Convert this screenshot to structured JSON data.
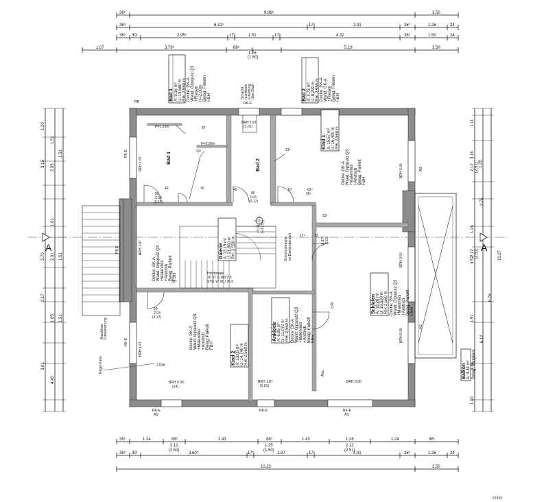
{
  "dimensions": {
    "top_row1": [
      "36⁵",
      "9.86⁵",
      "1.50"
    ],
    "top_row2": [
      "36⁵",
      "6.31⁵",
      "17⁵",
      "3.01",
      "36⁵",
      "1.26",
      "24"
    ],
    "top_row3": [
      "36⁵",
      "30¹",
      "2.95⁵",
      "17⁵",
      "1.51",
      "17⁵",
      "4.32",
      "36⁵",
      "1.50",
      "24"
    ],
    "top_row4": [
      "1.07",
      "3.79⁵",
      "88⁵",
      "1.25",
      "(1,50)",
      "5.19",
      "1.50"
    ],
    "bottom_row1": [
      "36⁵",
      "1.24",
      "88⁵",
      "2.43",
      "88⁵",
      "1.43",
      "1.26",
      "1.24",
      "36⁵"
    ],
    "bottom_row1b": [
      "2.12",
      "(2,51)",
      "1.25",
      "(1,50)",
      "2.12",
      "(2,51)"
    ],
    "bottom_row2": [
      "36⁵",
      "30¹",
      "3.60⁵",
      "17⁵",
      "1.97",
      "17⁵",
      "3.01",
      "36⁵",
      "1.26",
      "24"
    ],
    "bottom_row3": [
      "10.23",
      "1.50"
    ],
    "left_col": [
      "1.20",
      "3.15",
      "1.51",
      "2.05",
      "1.51",
      "2.70",
      "1.01",
      "2.01",
      "1.51",
      "3.17",
      "1.05",
      "1.51",
      "3.01",
      "4.40"
    ],
    "right_col": [
      "1.11",
      "3.16",
      "1.26",
      "2.12",
      "(2,51)",
      "3.52",
      "1.26",
      "2.12",
      "(2,51)",
      "3.16",
      "1.51",
      "1.00",
      "10.27",
      "5.76",
      "3.75",
      "6.12"
    ],
    "room_dims": [
      "90",
      "2.03",
      "(2,17)",
      "90",
      "2.03",
      "(2,17)",
      "90",
      "2.03",
      "(2,17)",
      "45",
      "62⁵",
      "87",
      "87",
      "30",
      "49"
    ]
  },
  "rooms": {
    "bad1": {
      "name": "Bad 1",
      "A": "A:   9.16 m²",
      "U": "U:  13,580 m",
      "RH": "RH: 2,550 m",
      "wall": "Wand: Gipsputz Q3",
      "wall2": "+Fliesen",
      "wall3": "H=2,00m",
      "floor": "Belag: Fliesen",
      "decke": "Decke: GK-A",
      "fbh": "FBH"
    },
    "bad2": {
      "name": "Bad 2",
      "A": "A:    4.73 m²",
      "U": "U:   9,290 m",
      "RH": "RH: 2,550 m",
      "wall": "Wand: GK-A",
      "wall2": "+Fliesen",
      "floor": "Belag: Fliesen",
      "decke": "Decke: GK-A",
      "fbh": "FBH"
    },
    "kind1": {
      "name": "Kind 1",
      "A": "A:   15.57 m²",
      "U": "U:  16,400 m",
      "RH": "RH: 2,550 m",
      "decke": "Decke: GK-A",
      "wall": "Wand: Gipsputz Q3",
      "wall2": "+Malervlies",
      "wall3": "+Anstrich",
      "floor": "Belag: Parkett",
      "fbh": "FBH"
    },
    "galerie": {
      "name": "Galerie",
      "A": "A:    13.15 m²",
      "U": "U:  21,660 m",
      "RH": "RH: 2,550 m",
      "decke": "Decke: GK-A",
      "wall": "Wand: Gipsputz Q3",
      "wall2": "+Malervlies",
      "wall3": "+Anstrich",
      "floor": "Belag: Parkett",
      "fbh": "FBH"
    },
    "schlafen": {
      "name": "Schlafen",
      "A": "A:   18.26 m²",
      "U": "U:  18,590 m",
      "RH": "RH: 2,550 m",
      "decke": "Decke: GK-A",
      "wall": "Wand: Gipsputz Q3",
      "wall2": "+Malervlies",
      "wall3": "+Anstrich",
      "floor": "Belag: Parkett",
      "fbh": "FBH"
    },
    "ankleide": {
      "name": "Ankleide",
      "A": "A:    6.85 m²",
      "U": "U:  11,070 m",
      "RH": "RH: 2,550 m",
      "decke": "Decke: GK-A",
      "wall": "Wand: Gipsputz Q3",
      "wall2": "+Malervlies",
      "wall3": "+Anstrich",
      "floor": "Belag: Parkett",
      "fbh": "FBH"
    },
    "kind2": {
      "name": "Kind 2",
      "A": "A:   13.05 m²",
      "U": "U:  14,740 m",
      "RH": "RH: 2,550 m",
      "decke": "Decke: GK-A",
      "wall": "Wand: Gipsputz Q3",
      "wall2": "+Malervlies",
      "wall3": "+Anstrich",
      "floor": "Belag: Parkett",
      "fbh": "FBH"
    },
    "balkon": {
      "name": "Balkon",
      "A": "A: 4.44 m²",
      "floor": "Belag: Bangkirai"
    }
  },
  "labels": {
    "rke": "RK-E",
    "as": "AS",
    "rr": "RR",
    "brh187": "BRH 1.87",
    "brh187b": "(1,01)",
    "brh0": "BRH 0.00",
    "brh0b": "(14)",
    "brh600": "BRH 6.00",
    "h120": "H=1,20m",
    "h200": "H=2,00m",
    "section_a": "A",
    "level": "+3.01",
    "level2": "(+3.21)",
    "stair": "Holztreppe",
    "stair2": "16 ST 0,18/27,5",
    "stair3": "STG 17.91 / 26.5",
    "ceiling_note": "Einschubtreppe",
    "ceiling_note2": "im Deckenbereich",
    "schacht": "Schacht",
    "schacht2": "raumhoch",
    "schacht3": "Entlüftung",
    "schacht4": "über Dach",
    "rw": "2 RW",
    "anschluss": "Anschluss",
    "abs": "Abs.",
    "entw": "Entwässerung",
    "rw_left": "Regenrinne",
    "t1": "2,03",
    "t2": "(2,17)",
    "dim1": "2,40",
    "dim2": "23⁵",
    "dim3": "32⁵",
    "dim4": "17⁵",
    "dim5": "33",
    "dim6": "26⁵",
    "dim7": "22⁵",
    "dim8": "12⁵",
    "corner": "21333"
  }
}
